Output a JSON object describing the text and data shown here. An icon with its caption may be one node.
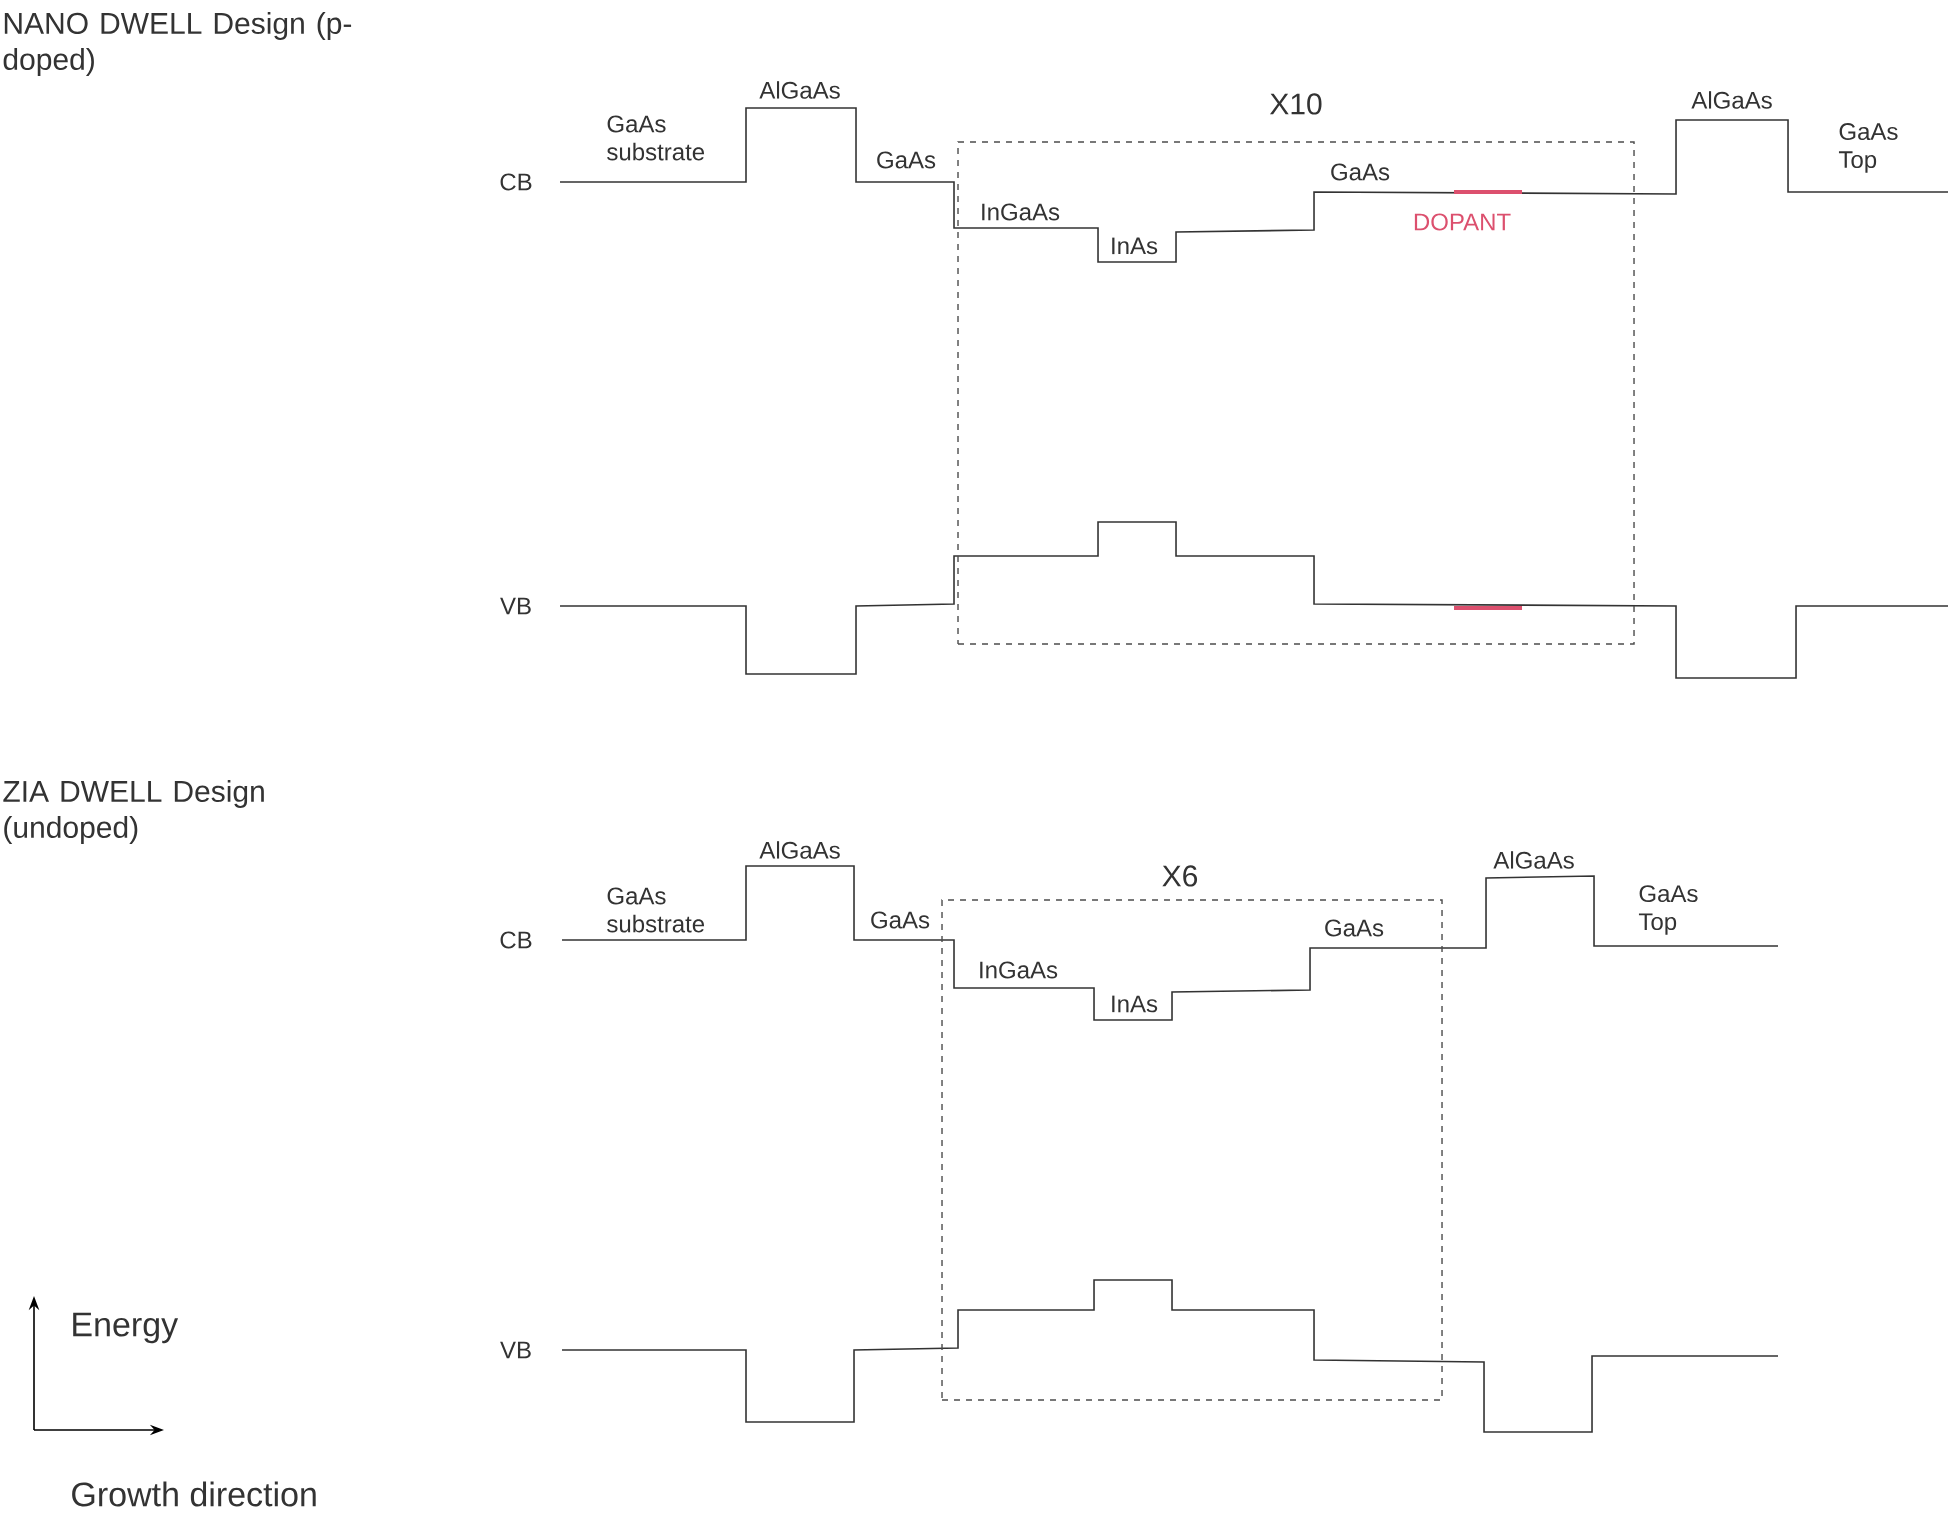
{
  "diagram": {
    "nodes": [
      {
        "text": [
          "X10"
        ]
      },
      {
        "text": [
          "X6"
        ]
      }
    ],
    "labels": [
      "NANO DWELL Design (p- doped)",
      "AlGaAs",
      "AlGaAs",
      "GaAs substrate",
      "GaAs Top",
      "CB",
      "GaAs",
      "GaAs",
      "InGaAs",
      "DOPANT",
      "InAs",
      "VB",
      "ZIA DWELL Design (undoped)",
      "AlGaAs",
      "AlGaAs",
      "GaAs substrate",
      "GaAs Top",
      "CB",
      "GaAs",
      "GaAs",
      "InGaAs",
      "InAs",
      "VB",
      "Energy",
      "Growth direction"
    ]
  }
}
